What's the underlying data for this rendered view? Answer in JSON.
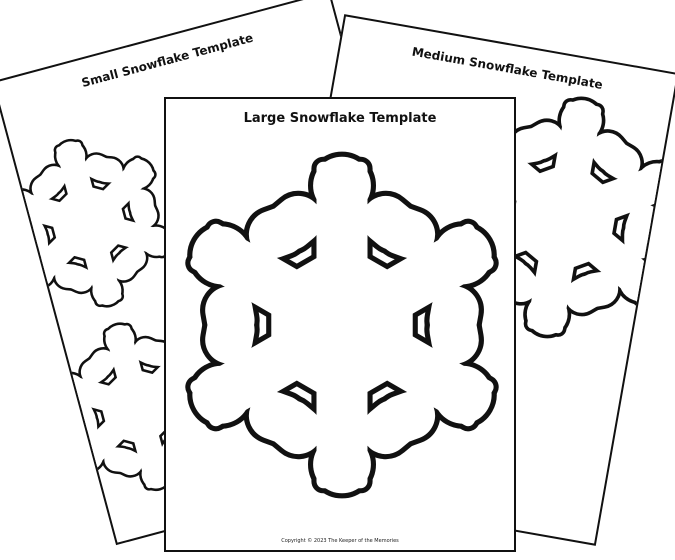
{
  "sheets": {
    "small": {
      "title": "Small Snowflake Template"
    },
    "medium": {
      "title": "Medium Snowflake Template"
    },
    "large": {
      "title": "Large Snowflake Template",
      "copyright": "Copyright © 2023 The Keeper of the Memories"
    }
  },
  "colors": {
    "outline": "#111111",
    "paper": "#ffffff"
  },
  "icons": {
    "snowflake": "snowflake-outline-icon"
  }
}
